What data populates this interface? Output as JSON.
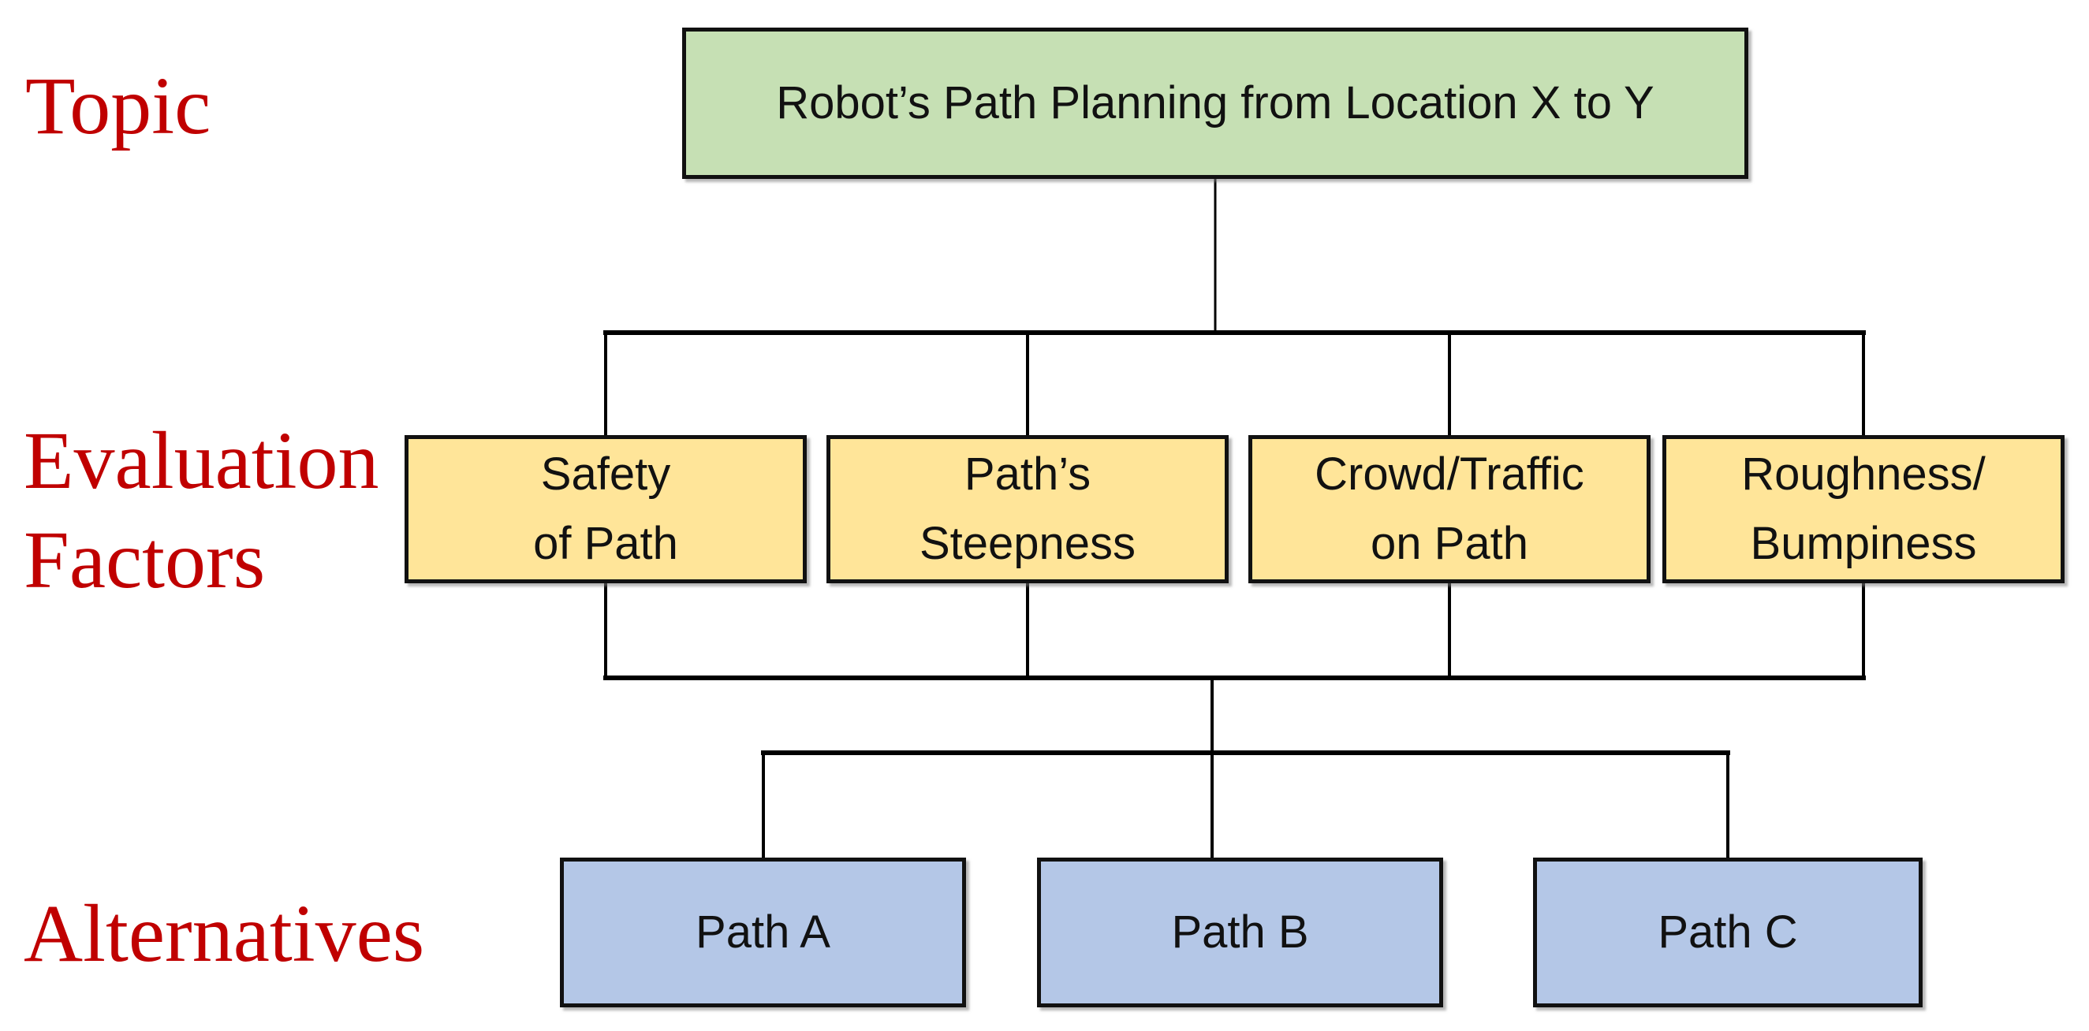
{
  "row_labels": {
    "topic": "Topic",
    "factors_line1": "Evaluation",
    "factors_line2": "Factors",
    "alternatives": "Alternatives"
  },
  "topic_node": {
    "label": "Robot’s Path Planning from Location X to Y"
  },
  "factor_nodes": [
    {
      "line1": "Safety",
      "line2": "of Path"
    },
    {
      "line1": "Path’s",
      "line2": "Steepness"
    },
    {
      "line1": "Crowd/Traffic",
      "line2": "on Path"
    },
    {
      "line1": "Roughness/",
      "line2": "Bumpiness"
    }
  ],
  "alternative_nodes": [
    {
      "label": "Path A"
    },
    {
      "label": "Path B"
    },
    {
      "label": "Path C"
    }
  ],
  "colors": {
    "topic_fill": "#c6e0b4",
    "factor_fill": "#ffe599",
    "alternative_fill": "#b4c7e7",
    "row_label_color": "#c00000",
    "border_color": "#111111",
    "connector_color": "#000000"
  }
}
